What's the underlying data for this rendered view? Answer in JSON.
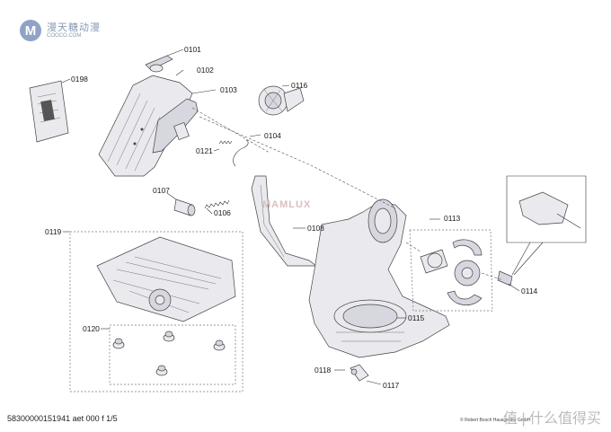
{
  "watermark": {
    "logo_letter": "M",
    "site_cn": "漫天糖动漫",
    "site_en": "COOCO.COM",
    "center_text": "MAMLUX",
    "zhihu": "值 | 什么值得买"
  },
  "labels": {
    "p0101": "0101",
    "p0102": "0102",
    "p0103": "0103",
    "p0104": "0104",
    "p0106": "0106",
    "p0107": "0107",
    "p0108": "0108",
    "p0113": "0113",
    "p0114": "0114",
    "p0115": "0115",
    "p0116": "0116",
    "p0117": "0117",
    "p0118": "0118",
    "p0119": "0119",
    "p0120": "0120",
    "p0121": "0121",
    "p0198": "0198"
  },
  "footer": {
    "doc_id": "5830000015194",
    "doc_suffix": "1 aet 000 f 1/5",
    "copyright": "© Robert Bosch Hausgeräte GmbH"
  }
}
